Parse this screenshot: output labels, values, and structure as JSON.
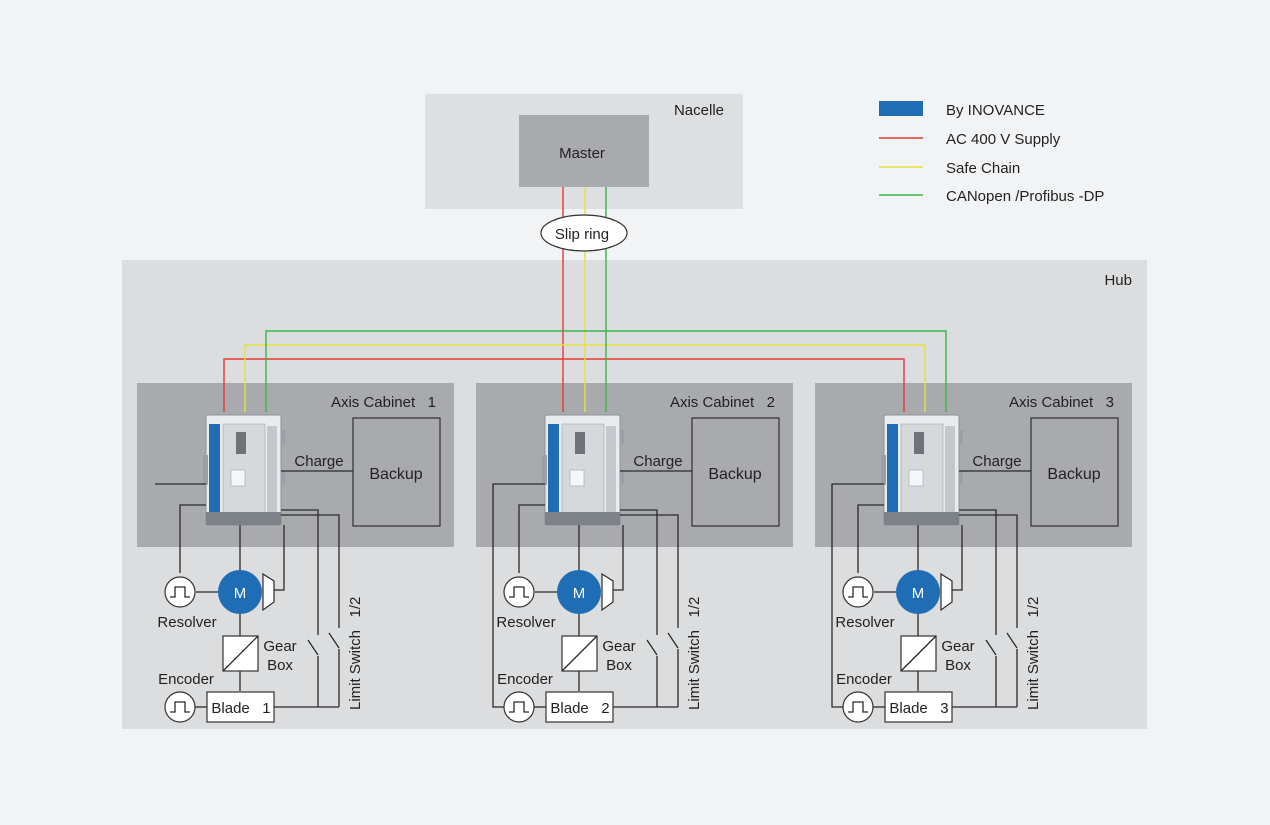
{
  "nacelle": {
    "label": "Nacelle",
    "master_label": "Master"
  },
  "slip_ring": {
    "label": "Slip ring"
  },
  "hub": {
    "label": "Hub"
  },
  "legend": [
    {
      "label": "By INOVANCE",
      "color": "#1f6db5",
      "style": "bar"
    },
    {
      "label": "AC 400 V Supply",
      "color": "#e53935",
      "style": "line"
    },
    {
      "label": "Safe Chain",
      "color": "#e8e03a",
      "style": "line"
    },
    {
      "label": "CANopen /Profibus  -DP",
      "color": "#3bb34a",
      "style": "line"
    }
  ],
  "cabinets": [
    {
      "title": "Axis Cabinet   1",
      "charge": "Charge",
      "backup": "Backup",
      "motor": "M",
      "resolver": "Resolver",
      "gear1": "Gear",
      "gear2": "Box",
      "encoder": "Encoder",
      "blade": "Blade   1",
      "limit": "Limit Switch   1/2"
    },
    {
      "title": "Axis Cabinet   2",
      "charge": "Charge",
      "backup": "Backup",
      "motor": "M",
      "resolver": "Resolver",
      "gear1": "Gear",
      "gear2": "Box",
      "encoder": "Encoder",
      "blade": "Blade   2",
      "limit": "Limit Switch   1/2"
    },
    {
      "title": "Axis Cabinet   3",
      "charge": "Charge",
      "backup": "Backup",
      "motor": "M",
      "resolver": "Resolver",
      "gear1": "Gear",
      "gear2": "Box",
      "encoder": "Encoder",
      "blade": "Blade   3",
      "limit": "Limit Switch   1/2"
    }
  ]
}
